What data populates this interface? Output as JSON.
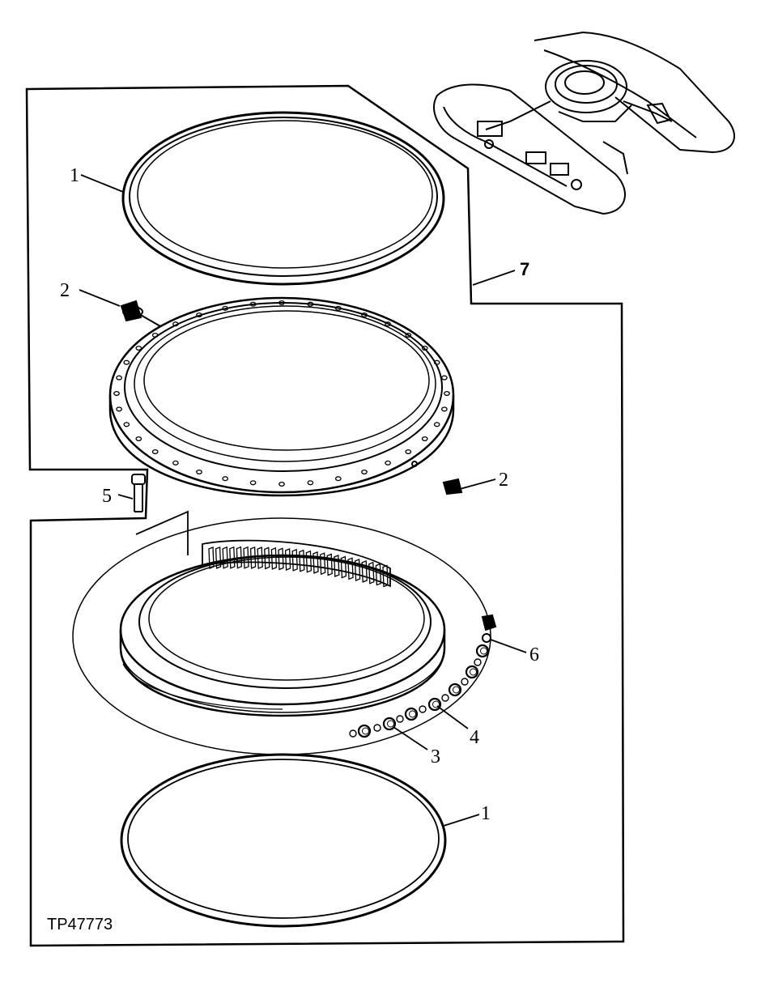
{
  "figure_id": "TP47773",
  "callouts": {
    "seal_top": "1",
    "fitting_left": "2",
    "fitting_right": "2",
    "ball_spacer": "3",
    "ball": "4",
    "cap_screw": "5",
    "plug": "6",
    "assembly": "7",
    "seal_bottom": "1"
  },
  "colors": {
    "line": "#000000",
    "background": "#ffffff"
  }
}
